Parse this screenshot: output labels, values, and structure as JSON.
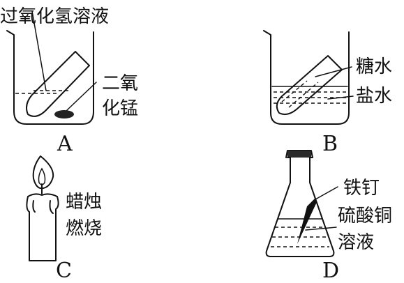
{
  "panels": {
    "a": {
      "caption": "A",
      "label_top": "过氧化氢溶液",
      "label_side_1": "二氧",
      "label_side_2": "化锰"
    },
    "b": {
      "caption": "B",
      "label_1": "糖水",
      "label_2": "盐水"
    },
    "c": {
      "caption": "C",
      "label_1": "蜡烛",
      "label_2": "燃烧"
    },
    "d": {
      "caption": "D",
      "label_1": "铁钉",
      "label_2": "硫酸铜",
      "label_3": "溶液"
    }
  }
}
